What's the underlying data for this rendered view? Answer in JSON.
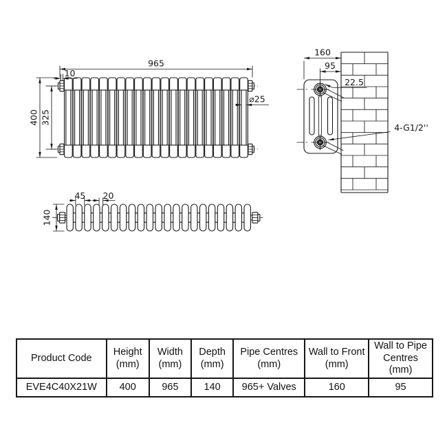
{
  "drawing": {
    "front": {
      "width": "965",
      "end_offset": "10",
      "height": "400",
      "collector_centres": "325",
      "column_diameter": "⌀25"
    },
    "side": {
      "wall_to_front": "160",
      "wall_to_pipe": "95",
      "bracket_offset": "22.5",
      "connections": "4-G1/2''"
    },
    "top": {
      "depth": "140",
      "section_pitch": "45",
      "connector_width": "20"
    },
    "sections": 21,
    "line_color": "#161616"
  },
  "table": {
    "headers": [
      "Product Code",
      "Height\n(mm)",
      "Width\n(mm)",
      "Depth\n(mm)",
      "Pipe Centres\n(mm)",
      "Wall to Front\n(mm)",
      "Wall to Pipe\nCentres\n(mm)"
    ],
    "row": [
      "EVE4C40X21W",
      "400",
      "965",
      "140",
      "965+ Valves",
      "160",
      "95"
    ]
  }
}
